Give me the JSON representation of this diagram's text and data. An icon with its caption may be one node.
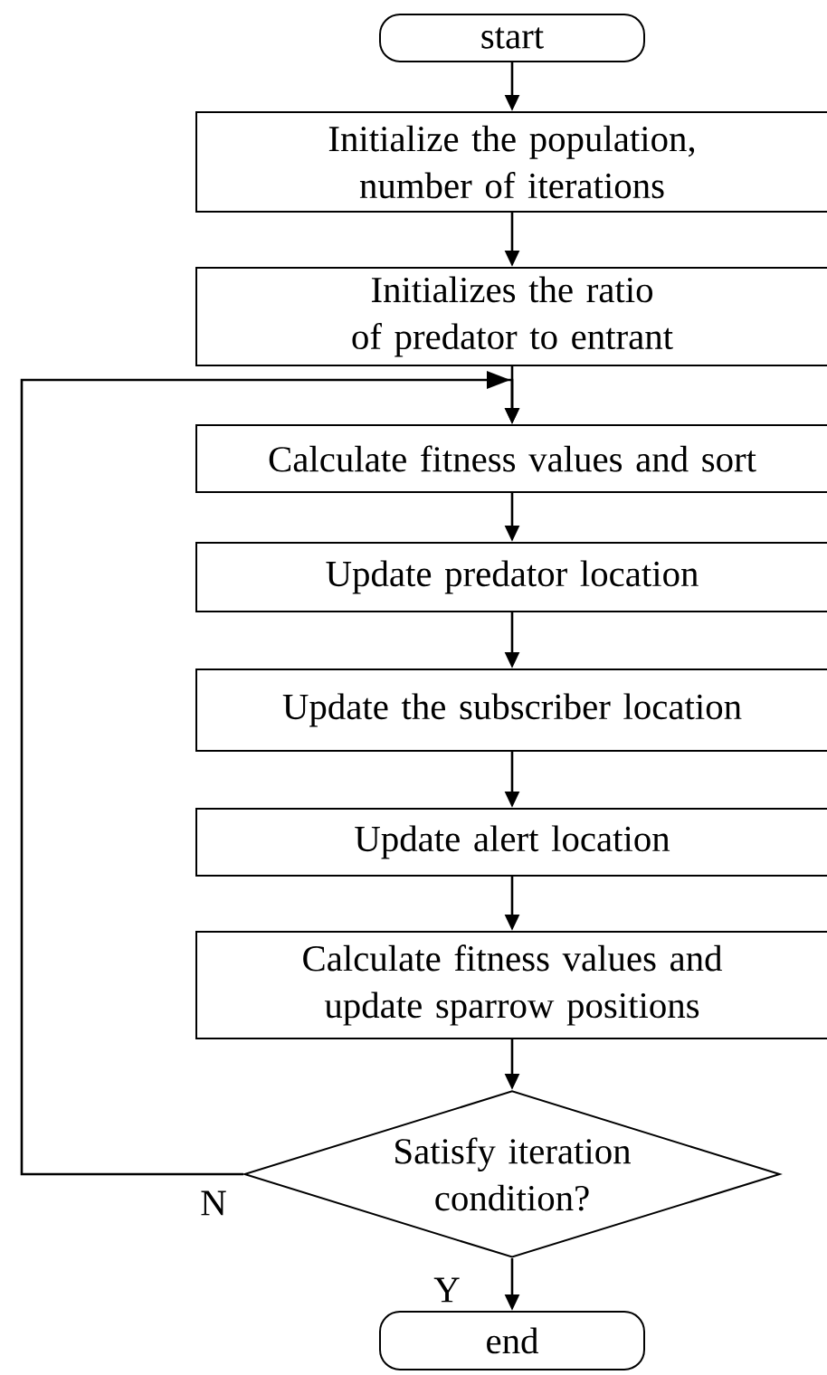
{
  "diagram": {
    "nodes": [
      {
        "text": [
          "start"
        ]
      },
      {
        "text": [
          "Initialize the population, number of iterations"
        ]
      },
      {
        "text": [
          "Initializes the ratio of predator to entrant"
        ]
      },
      {
        "text": [
          "Calculate fitness values and sort"
        ]
      },
      {
        "text": [
          "Update predator location"
        ]
      },
      {
        "text": [
          "Update the subscriber location"
        ]
      },
      {
        "text": [
          "Update alert location"
        ]
      },
      {
        "text": [
          "Calculate fitness values and update sparrow positions"
        ]
      },
      {
        "text": [
          "Satisfy iteration condition?"
        ]
      },
      {
        "text": [
          "end"
        ]
      }
    ],
    "edges": [
      {
        "from": 0,
        "to": 1,
        "arrow": "to"
      },
      {
        "from": 1,
        "to": 2,
        "arrow": "to"
      },
      {
        "from": 2,
        "to": 3,
        "arrow": "to"
      },
      {
        "from": 3,
        "to": 4,
        "arrow": "to"
      },
      {
        "from": 4,
        "to": 5,
        "arrow": "to"
      },
      {
        "from": 5,
        "to": 6,
        "arrow": "to"
      },
      {
        "from": 6,
        "to": 7,
        "arrow": "to"
      },
      {
        "from": 7,
        "to": 8,
        "arrow": "to"
      },
      {
        "from": 8,
        "to": 9,
        "arrow": "to",
        "label": "Y"
      },
      {
        "from": 8,
        "to": 3,
        "arrow": "to",
        "label": "N"
      }
    ]
  }
}
